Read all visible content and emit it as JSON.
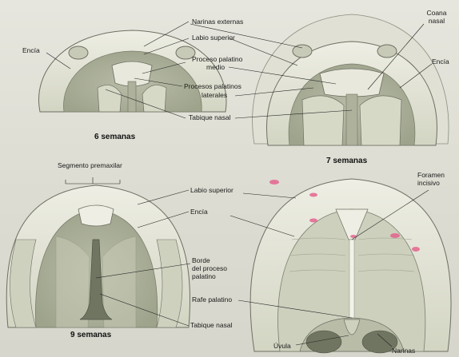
{
  "captions": {
    "w6": "6 semanas",
    "w7": "7 semanas",
    "w9": "9 semanas"
  },
  "labels": {
    "encia_6": "Encía",
    "narinas_externas": "Narinas externas",
    "labio_superior_top": "Labio superior",
    "proceso_palatino_medio_1": "Proceso palatino",
    "proceso_palatino_medio_2": "medio",
    "procesos_palatinos_laterales_1": "Procesos palatinos",
    "procesos_palatinos_laterales_2": "laterales",
    "tabique_nasal_top": "Tabique nasal",
    "coana_nasal_1": "Coana",
    "coana_nasal_2": "nasal",
    "encia_7": "Encía",
    "segmento_premaxilar": "Segmento premaxilar",
    "labio_superior_bottom": "Labio superior",
    "encia_9": "Encía",
    "foramen_incisivo_1": "Foramen",
    "foramen_incisivo_2": "incisivo",
    "borde_1": "Borde",
    "borde_2": "del proceso",
    "borde_3": "palatino",
    "rafe_palatino": "Rafe palatino",
    "tabique_nasal_bottom": "Tabique nasal",
    "uvula": "Úvula",
    "narinas": "Narinas"
  },
  "colors": {
    "tissue_light": "#e9e9dd",
    "tissue_mid": "#cfd1bf",
    "tissue_dark": "#a9ad98",
    "outline": "#6e6e62",
    "pink_marks": "#e45d8a"
  }
}
